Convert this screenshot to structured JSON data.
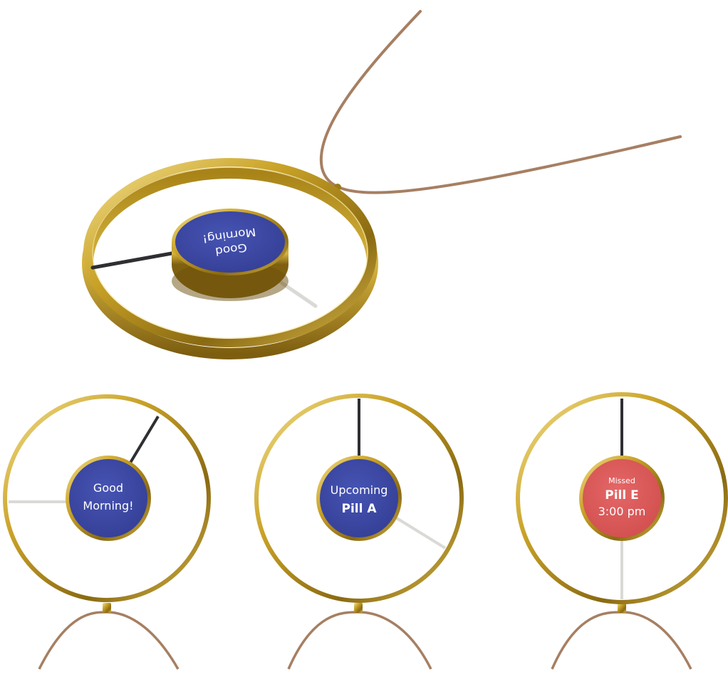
{
  "colors": {
    "background": "#ffffff",
    "gold": "#c9a227",
    "gold_dark": "#8a6a12",
    "gold_light": "#f0dc8a",
    "cord": "#a67f62",
    "face_blue": "#3e4aa6",
    "face_red": "#de5a5a",
    "hand_dark": "#2f2f33",
    "hand_light": "#d9d9d6"
  },
  "hero": {
    "line1": "Good",
    "line2": "Morning!"
  },
  "pendants": [
    {
      "face_color": "face_blue",
      "lines": [
        {
          "text": "Good",
          "style": "normal"
        },
        {
          "text": "Morning!",
          "style": "normal"
        }
      ]
    },
    {
      "face_color": "face_blue",
      "lines": [
        {
          "text": "Upcoming",
          "style": "normal"
        },
        {
          "text": "Pill A",
          "style": "bold"
        }
      ]
    },
    {
      "face_color": "face_red",
      "lines": [
        {
          "text": "Missed",
          "style": "small"
        },
        {
          "text": "Pill E",
          "style": "bold"
        },
        {
          "text": "3:00 pm",
          "style": "normal"
        }
      ]
    }
  ]
}
